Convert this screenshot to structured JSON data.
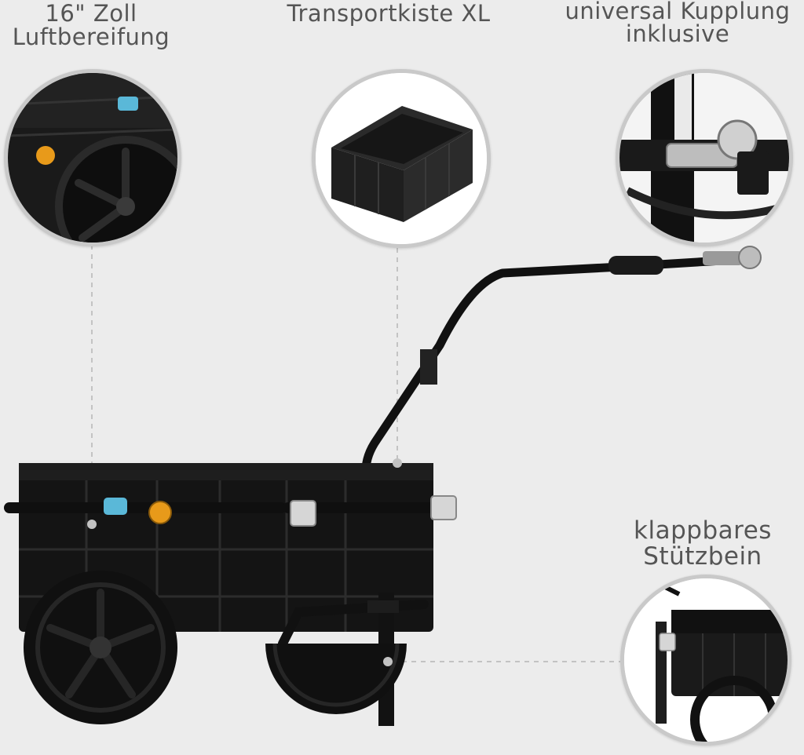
{
  "features": {
    "tyre": {
      "line1": "16\" Zoll",
      "line2": "Luftbereifung",
      "image_icon": "wheel-closeup"
    },
    "box": {
      "line1": "Transportkiste XL",
      "image_icon": "plastic-crate"
    },
    "coupling": {
      "line1": "universal Kupplung",
      "line2": "inklusive",
      "image_icon": "hitch-coupling"
    },
    "stand": {
      "line1": "klappbares",
      "line2": "Stützbein",
      "image_icon": "folding-stand"
    }
  },
  "product": {
    "image_icon": "bicycle-cargo-trailer"
  },
  "colors": {
    "background": "#ececec",
    "text": "#555555",
    "frame": "#111111",
    "callout": "#c9c9c9",
    "reflector": "#e89a1a",
    "knob": "#5ab8d8"
  }
}
